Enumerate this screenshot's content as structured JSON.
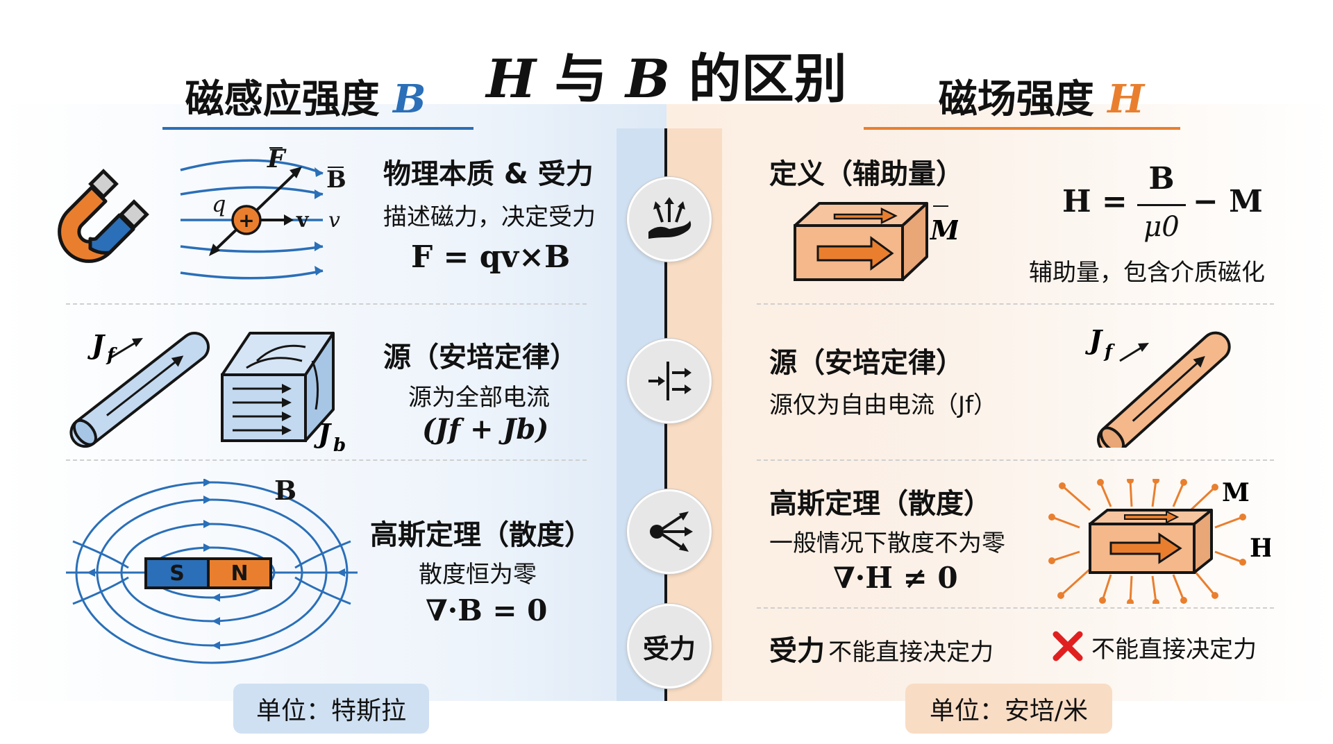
{
  "title": {
    "pre": "H",
    "mid": " 与 ",
    "var2": "B",
    "post": " 的区别"
  },
  "left": {
    "heading": "磁感应强度 ",
    "heading_var": "B",
    "row1": {
      "title": "物理本质 & 受力",
      "desc": "描述磁力，决定受力",
      "formula": "F = qv×B",
      "labels": {
        "F": "F",
        "B": "B",
        "q": "q",
        "v": "v",
        "v2": "v",
        "plus": "+"
      }
    },
    "row2": {
      "title": "源（安培定律）",
      "desc": "源为全部电流",
      "formula": "(Jf + Jb)",
      "labels": {
        "Jf": "J",
        "Jf_sub": "f",
        "Jb": "J",
        "Jb_sub": "b"
      }
    },
    "row3": {
      "title": "高斯定理（散度）",
      "desc": "散度恒为零",
      "formula": "∇·B = 0",
      "labels": {
        "B": "B",
        "S": "S",
        "N": "N"
      }
    },
    "unit": "单位：特斯拉"
  },
  "right": {
    "heading": "磁场强度 ",
    "heading_var": "H",
    "row1": {
      "title": "定义（辅助量）",
      "formula_lhs": "H =",
      "formula_num": "B",
      "formula_den": "μ0",
      "formula_rhs": "− M",
      "desc": "辅助量，包含介质磁化",
      "labels": {
        "M": "M"
      }
    },
    "row2": {
      "title": "源（安培定律）",
      "desc": "源仅为自由电流（Jf）",
      "labels": {
        "Jf": "J",
        "Jf_sub": "f"
      }
    },
    "row3": {
      "title": "高斯定理（散度）",
      "desc": "一般情况下散度不为零",
      "formula": "∇·H ≠ 0",
      "labels": {
        "M": "M",
        "H": "H"
      }
    },
    "row4": {
      "title": "受力",
      "desc": "不能直接决定力",
      "note": "不能直接决定力"
    },
    "unit": "单位：安培/米"
  },
  "center": {
    "row4_label": "受力"
  },
  "colors": {
    "blue": "#2a6fb8",
    "orange": "#e97f2e",
    "cross": "#e02020"
  },
  "icons": [
    "hand-force-icon",
    "source-arrows-icon",
    "divergence-icon",
    "magnet-icon"
  ]
}
